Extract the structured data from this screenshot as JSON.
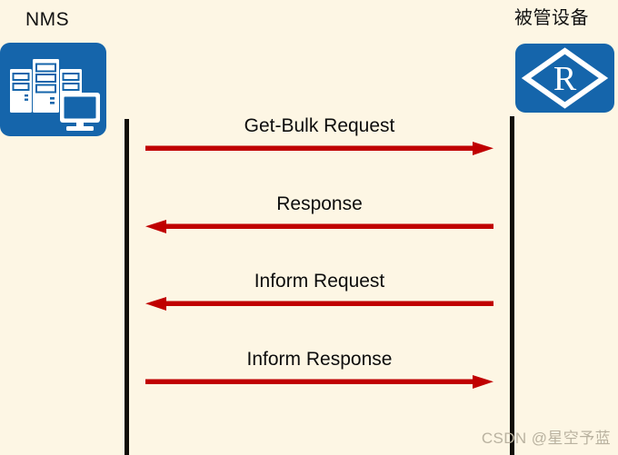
{
  "diagram": {
    "title": "SNMP Get-Bulk / Inform message exchange",
    "background_color": "#fdf6e4",
    "arrow_color": "#c00000",
    "lifeline_color": "#100d08",
    "icon_color": "#1565ab",
    "actors": [
      {
        "id": "nms",
        "label": "NMS",
        "icon": "servers-and-monitor-icon",
        "side": "left"
      },
      {
        "id": "device",
        "label": "被管设备",
        "icon": "router-diamond-r-icon",
        "side": "right"
      }
    ],
    "messages": [
      {
        "label": "Get-Bulk Request",
        "direction": "right",
        "from": "nms",
        "to": "device"
      },
      {
        "label": "Response",
        "direction": "left",
        "from": "device",
        "to": "nms"
      },
      {
        "label": "Inform Request",
        "direction": "left",
        "from": "device",
        "to": "nms"
      },
      {
        "label": "Inform Response",
        "direction": "right",
        "from": "nms",
        "to": "device"
      }
    ]
  },
  "watermark": {
    "text": "CSDN @星空予蓝"
  }
}
